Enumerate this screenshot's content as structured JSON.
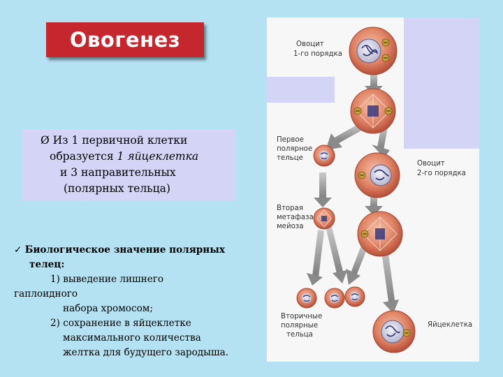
{
  "title": "Овогенез",
  "info": {
    "bullet": "Ø",
    "line1": "Из 1 первичной клетки",
    "line2_prefix": "образуется ",
    "line2_em": "1 яйцеклетка",
    "line3": "и 3 направительных",
    "line4": "(полярных тельца)"
  },
  "bio": {
    "check": "✓",
    "line1": "Биологическое значение полярных",
    "line2": "телец:",
    "line3": "1) выведение лишнего",
    "line4": "гаплоидного",
    "line5": "набора хромосом;",
    "line6": "2) сохранение в яйцеклетке",
    "line7": "максимального количества",
    "line8": "желтка для будущего зародыша."
  },
  "diagram": {
    "oocyte1_l1": "Овоцит",
    "oocyte1_l2": "1-го порядка",
    "first_polar_l1": "Первое",
    "first_polar_l2": "полярное",
    "first_polar_l3": "тельце",
    "oocyte2_l1": "Овоцит",
    "oocyte2_l2": "2-го порядка",
    "second_meta_l1": "Вторая",
    "second_meta_l2": "метафаза",
    "second_meta_l3": "мейоза",
    "secondary_polar_l1": "Вторичные",
    "secondary_polar_l2": "полярные",
    "secondary_polar_l3": "тельца",
    "egg": "Яйцеклетка"
  },
  "colors": {
    "background": "#b5e2f3",
    "title_bg": "#c6262e",
    "panel": "#d4d5f6",
    "cell": "#d9765a"
  }
}
